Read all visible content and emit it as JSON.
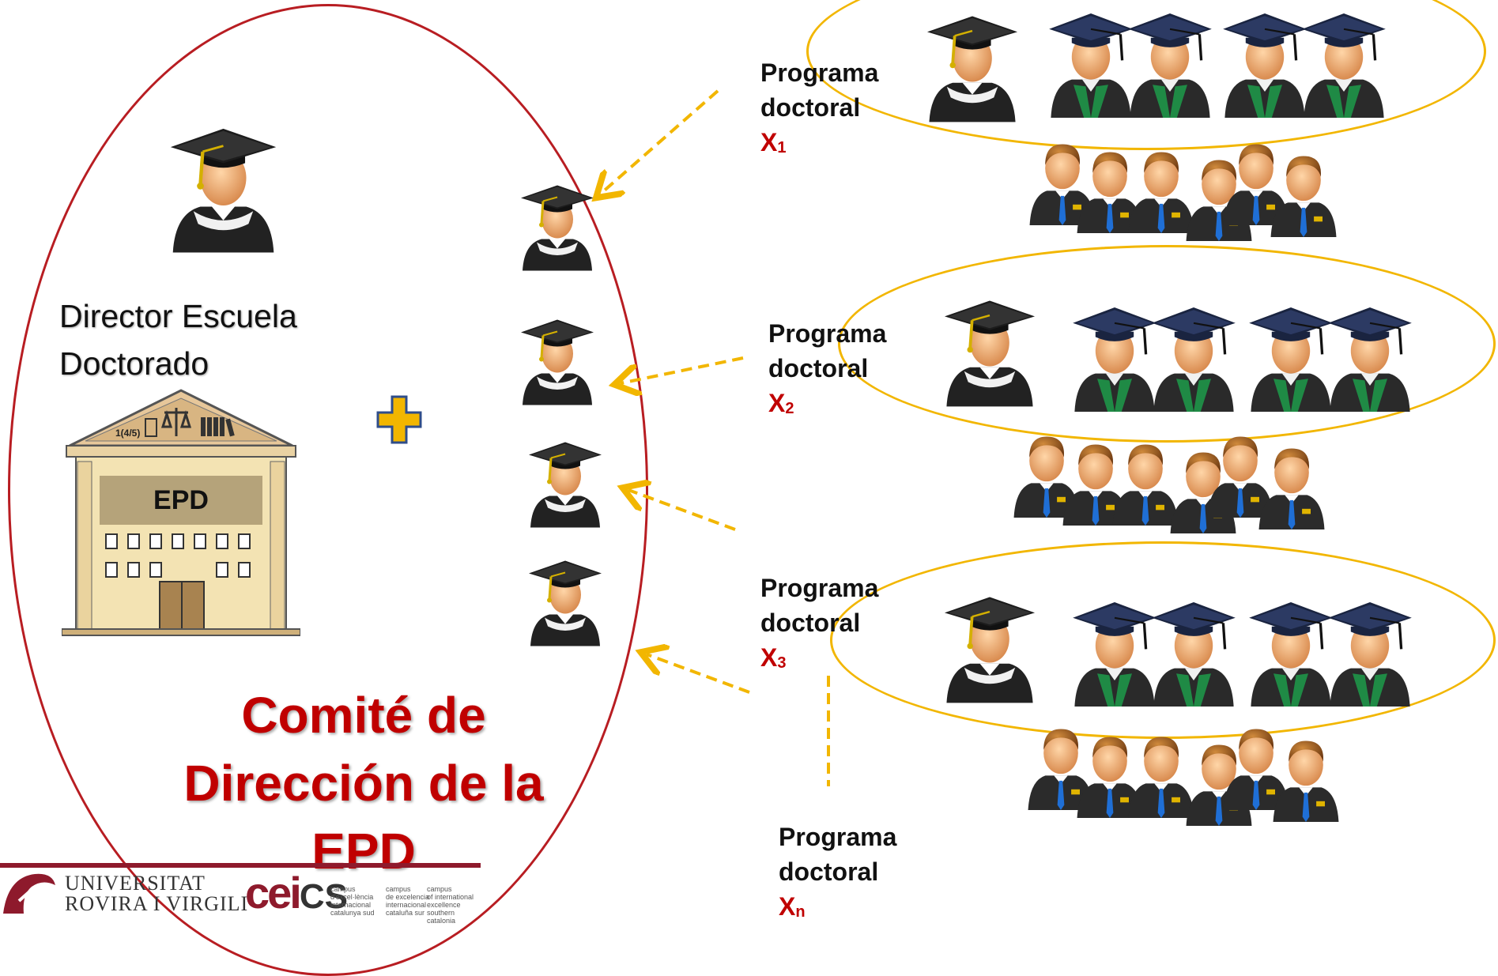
{
  "director": {
    "line1": "Director Escuela",
    "line2": "Doctorado"
  },
  "building": {
    "sign": "EPD",
    "pediment_text": "1(4/5)"
  },
  "committee": {
    "line1": "Comité de",
    "line2": "Dirección de la",
    "line3": "EPD"
  },
  "programs": [
    {
      "label1": "Programa",
      "label2": "doctoral",
      "code": "X",
      "sub": "1"
    },
    {
      "label1": "Programa",
      "label2": "doctoral",
      "code": "X",
      "sub": "2"
    },
    {
      "label1": "Programa",
      "label2": "doctoral",
      "code": "X",
      "sub": "3"
    },
    {
      "label1": "Programa",
      "label2": "doctoral",
      "code": "X",
      "sub": "n"
    }
  ],
  "footer": {
    "university_line1": "UNIVERSITAT",
    "university_line2": "ROVIRA I VIRGILI",
    "cei_logo": "cei",
    "cei_suffix": "CS",
    "cei_tags": [
      {
        "l1": "campus",
        "l2": "d'excel·lència",
        "l3": "internacional",
        "l4": "catalunya sud"
      },
      {
        "l1": "campus",
        "l2": "de excelencia",
        "l3": "internacional",
        "l4": "cataluña sur"
      },
      {
        "l1": "campus",
        "l2": "of international",
        "l3": "excellence",
        "l4": "southern catalonia"
      }
    ]
  },
  "colors": {
    "committee_red": "#c00000",
    "ellipse_red": "#b81d22",
    "ellipse_gold": "#f2b600",
    "arrow_gold": "#f2b600",
    "plus_gold": "#f2b600",
    "plus_outline": "#2f4d8a",
    "building_fill": "#f3e3b3",
    "sign_fill": "#b5a37a",
    "gown_green": "#1f8a45",
    "suit_dark": "#2b2b2b",
    "tie_blue": "#1f6fd6"
  },
  "icons": {
    "graduate": "graduate-icon",
    "professor": "professor-icon",
    "student": "student-icon",
    "building": "building-icon",
    "plus": "plus-icon",
    "urv_logo": "urv-logo-icon"
  }
}
